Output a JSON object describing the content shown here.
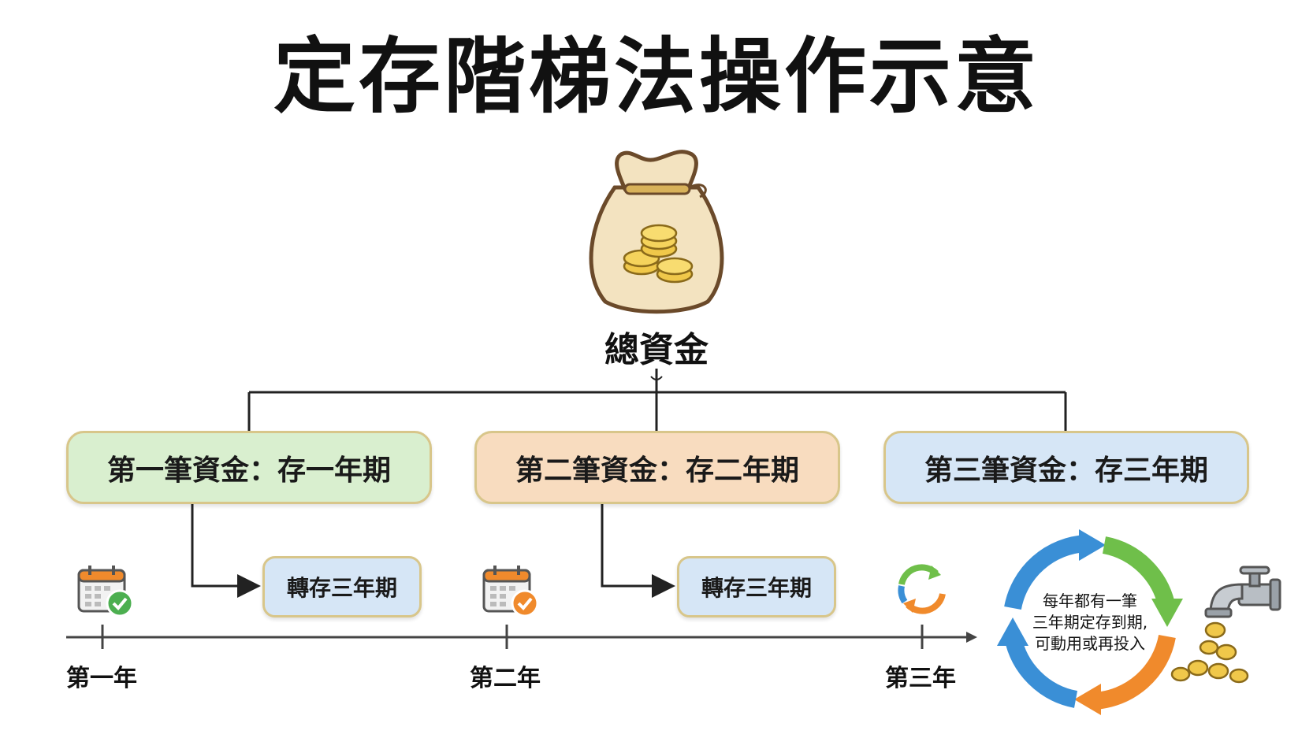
{
  "title": "定存階梯法操作示意",
  "total_label": "總資金",
  "tranches": [
    "第一筆資金：存一年期",
    "第二筆資金：存二年期",
    "第三筆資金：存三年期"
  ],
  "rollover_label": "轉存三年期",
  "years": [
    "第一年",
    "第二年",
    "第三年"
  ],
  "cycle_note": [
    "每年都有一筆",
    "三年期定存到期,",
    "可動用或再投入"
  ],
  "colors": {
    "green_box": "#d9efcf",
    "orange_box": "#f8dcbf",
    "blue_box": "#d6e6f6",
    "box_border": "#d8c68a",
    "cycle_blue": "#3a8fd6",
    "cycle_green": "#6fbf4a",
    "cycle_orange": "#f08a2c"
  },
  "icons": [
    "money-bag-icon",
    "calendar-check-icon",
    "refresh-icon",
    "cycle-arrows-icon",
    "faucet-icon",
    "coins-icon"
  ]
}
